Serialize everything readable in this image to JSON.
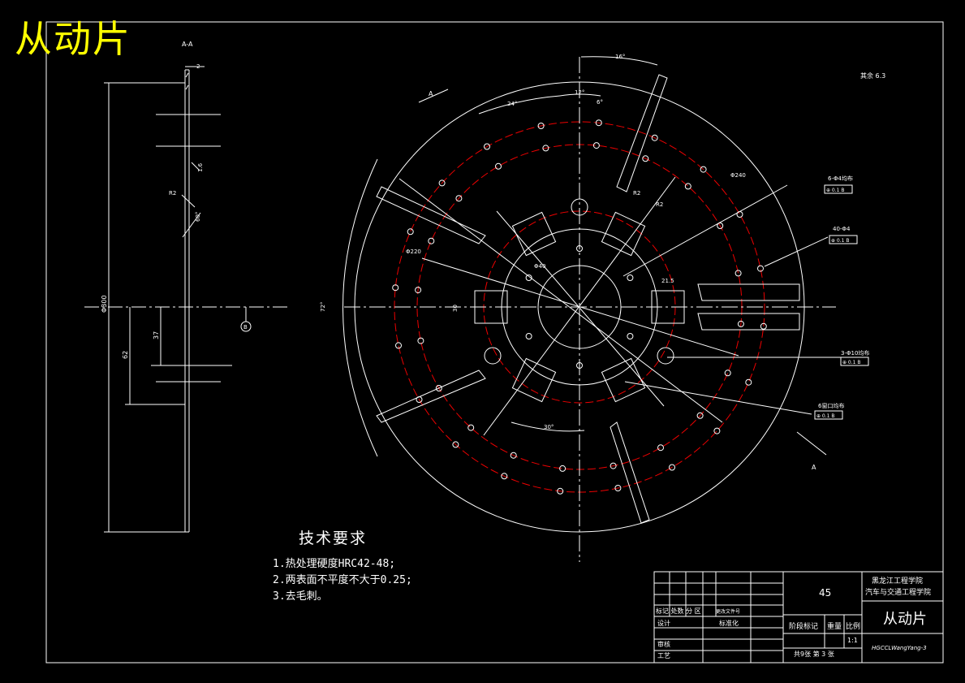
{
  "title": "从动片",
  "section_label": "A-A",
  "section_view": {
    "dim_thickness": "2",
    "dim_total": "Φ300",
    "dim_62": "62",
    "dim_37": "37",
    "dim_r2": "R2",
    "dim_angle": "60°",
    "datum": "B",
    "dim_small": "1.6"
  },
  "main_view": {
    "dim_16": "16°",
    "dim_12": "12°",
    "dim_6": "6°",
    "dim_24": "24°",
    "dim_72": "72°",
    "dim_30": "30°",
    "dim_phi240": "Φ240",
    "dim_phi220": "Φ220",
    "dim_phi40": "Φ40",
    "dim_r2a": "R2",
    "dim_r2b": "R2",
    "dim_21_5": "21.5",
    "dim_30b": "30",
    "view_a_1": "A",
    "view_a_2": "A",
    "roughness": "其余 6.3"
  },
  "callouts": [
    {
      "text": "6-Φ4均布",
      "tol": "⊕ 0.1 B"
    },
    {
      "text": "40-Φ4",
      "tol": "⊕ 0.1 B"
    },
    {
      "text": "3-Φ10均布",
      "tol": "⊕ 0.1 B"
    },
    {
      "text": "6窗口均布",
      "tol": "⊕ 0.1 B"
    }
  ],
  "tech_requirements": {
    "heading": "技术要求",
    "items": [
      "1.热处理硬度HRC42-48;",
      "2.两表面不平度不大于0.25;",
      "3.去毛刺。"
    ]
  },
  "title_block": {
    "material": "45",
    "school_1": "黑龙江工程学院",
    "school_2": "汽车与交通工程学院",
    "part_name": "从动片",
    "drawing_no": "HGCCLWangYang-3",
    "scale": "1:1",
    "sheets": "共9张  第 3 张",
    "label_stage": "阶段标记",
    "label_weight": "重量",
    "label_scale": "比例",
    "label_marks": "标记 处数 分 区",
    "label_change": "更改文件号",
    "label_design": "设计",
    "label_std": "标准化",
    "label_review": "审核",
    "label_process": "工艺"
  }
}
